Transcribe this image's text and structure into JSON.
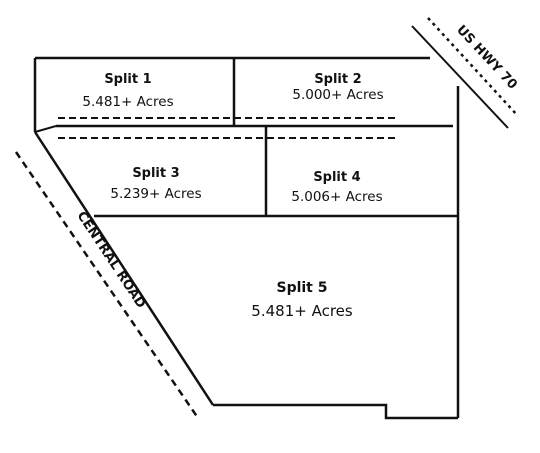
{
  "map": {
    "roads": {
      "highway": {
        "name": "US HWY 70"
      },
      "central": {
        "name": "CENTRAL ROAD"
      }
    },
    "lots": [
      {
        "id": "split1",
        "name": "Split 1",
        "area": "5.481+ Acres"
      },
      {
        "id": "split2",
        "name": "Split 2",
        "area": "5.000+ Acres"
      },
      {
        "id": "split3",
        "name": "Split 3",
        "area": "5.239+ Acres"
      },
      {
        "id": "split4",
        "name": "Split 4",
        "area": "5.006+ Acres"
      },
      {
        "id": "split5",
        "name": "Split 5",
        "area": "5.481+ Acres"
      }
    ],
    "colors": {
      "line": "#111111",
      "background": "#ffffff"
    }
  }
}
